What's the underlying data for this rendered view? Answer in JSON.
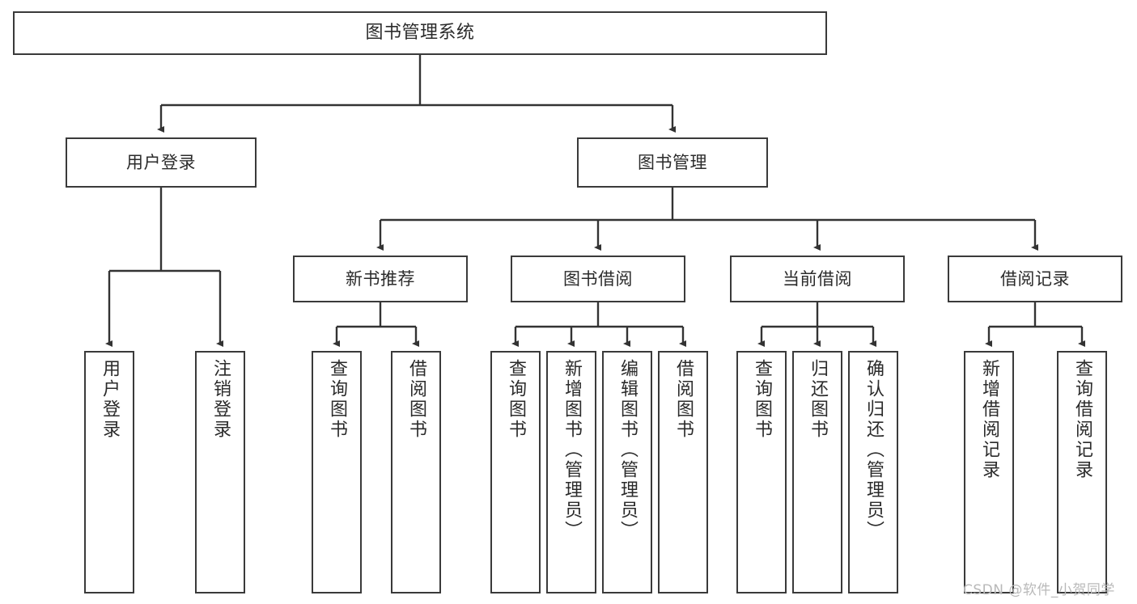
{
  "diagram": {
    "title": "图书管理系统",
    "type": "tree-hierarchy-chart",
    "colors": {
      "box_border": "#3a3a3a",
      "box_fill": "#ffffff",
      "connector": "#333333",
      "text": "#2b2b2b",
      "watermark": "#b9b9b9"
    },
    "root": {
      "label": "图书管理系统"
    },
    "level2": [
      {
        "label": "用户登录"
      },
      {
        "label": "图书管理"
      }
    ],
    "level3": [
      {
        "label": "新书推荐"
      },
      {
        "label": "图书借阅"
      },
      {
        "label": "当前借阅"
      },
      {
        "label": "借阅记录"
      }
    ],
    "leaves": {
      "user_login": [
        {
          "label": "用户登录"
        },
        {
          "label": "注销登录"
        }
      ],
      "new_book_recommend": [
        {
          "label": "查询图书"
        },
        {
          "label": "借阅图书"
        }
      ],
      "book_borrow": [
        {
          "label": "查询图书"
        },
        {
          "label": "新增图书（管理员）"
        },
        {
          "label": "编辑图书（管理员）"
        },
        {
          "label": "借阅图书"
        }
      ],
      "current_borrow": [
        {
          "label": "查询图书"
        },
        {
          "label": "归还图书"
        },
        {
          "label": "确认归还（管理员）"
        }
      ],
      "borrow_record": [
        {
          "label": "新增借阅记录"
        },
        {
          "label": "查询借阅记录"
        }
      ]
    }
  },
  "watermark": {
    "text": "CSDN @软件_小贺同学"
  }
}
